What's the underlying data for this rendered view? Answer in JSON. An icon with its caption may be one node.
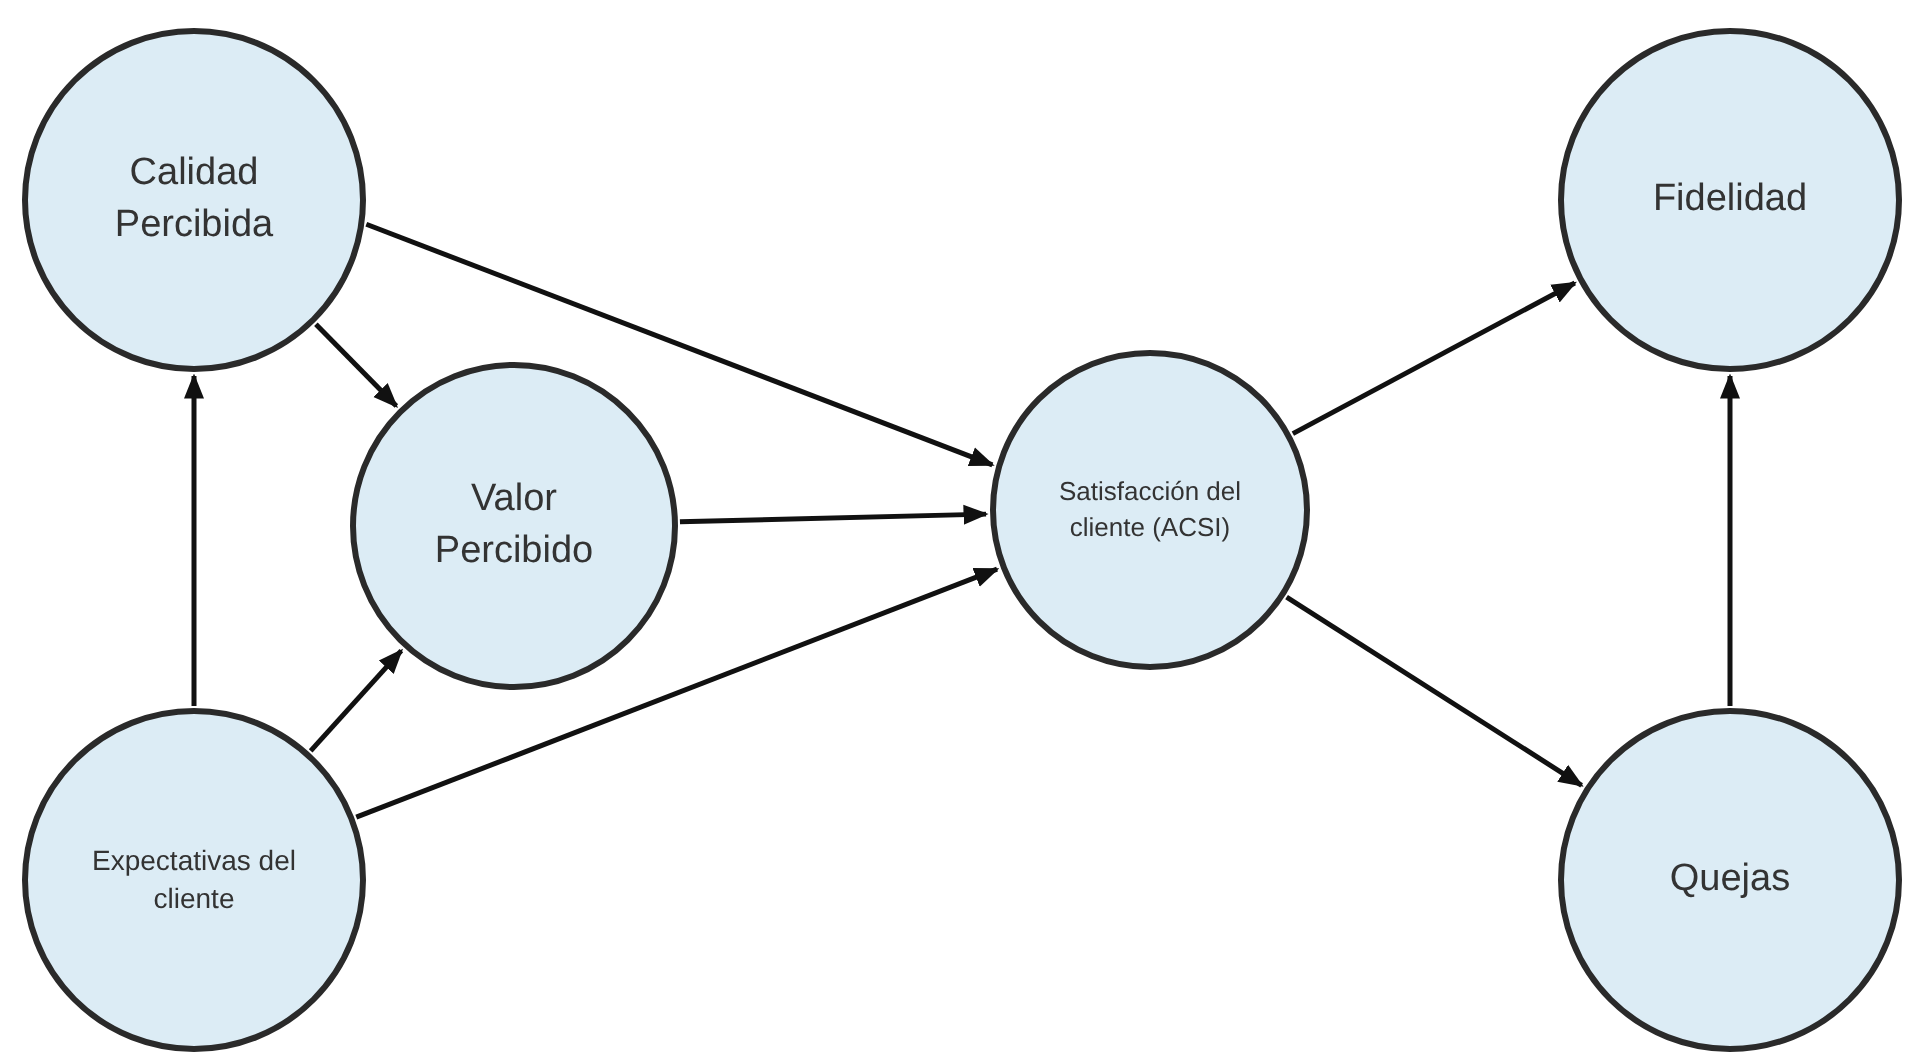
{
  "diagram": {
    "nodes": [
      {
        "text": [
          "Calidad Percibida"
        ]
      },
      {
        "text": [
          "Valor Percibido"
        ]
      },
      {
        "text": [
          "Expectativas del cliente"
        ]
      },
      {
        "text": [
          "Satisfacción del cliente (ACSI)"
        ]
      },
      {
        "text": [
          "Fidelidad"
        ]
      },
      {
        "text": [
          "Quejas"
        ]
      }
    ],
    "edges": [
      {
        "from": 2,
        "to": 0,
        "arrow": "to"
      },
      {
        "from": 0,
        "to": 1,
        "arrow": "to"
      },
      {
        "from": 0,
        "to": 3,
        "arrow": "to"
      },
      {
        "from": 1,
        "to": 3,
        "arrow": "to"
      },
      {
        "from": 2,
        "to": 1,
        "arrow": "to"
      },
      {
        "from": 2,
        "to": 3,
        "arrow": "to"
      },
      {
        "from": 3,
        "to": 4,
        "arrow": "to"
      },
      {
        "from": 3,
        "to": 5,
        "arrow": "to"
      },
      {
        "from": 5,
        "to": 4,
        "arrow": "to"
      }
    ]
  }
}
